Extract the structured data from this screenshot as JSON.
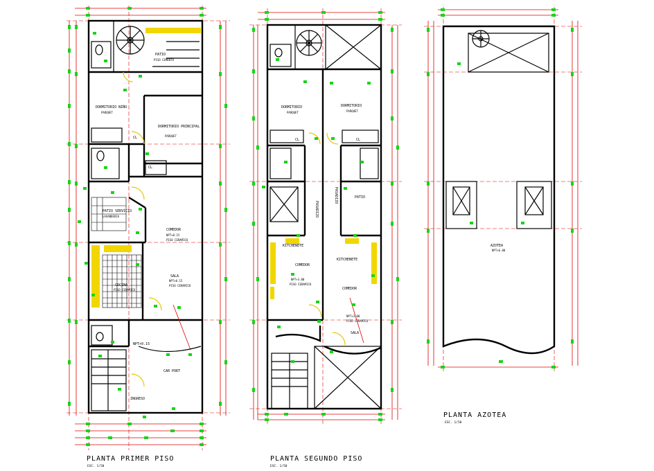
{
  "plans": [
    {
      "title": "PLANTA PRIMER PISO",
      "scale": "ESC. 1/50",
      "rooms": {
        "patio": "PATIO",
        "patio_floor": "PISO CEMENTO",
        "dorm_nino": "DORMITORIO NIÑO",
        "dorm_nino_floor": "PARQUET",
        "dorm_principal": "DORMITORIO PRINCIPAL",
        "dorm_principal_floor": "PARQUET",
        "patio_servicio": "PATIO SERVICIO",
        "lavanderia": "LAVANDERIA",
        "comedor": "COMEDOR",
        "comedor_floor": "PISO CERAMICO",
        "cocina": "COCINA",
        "cocina_floor": "PISO CERAMICO",
        "sala": "SALA",
        "sala_floor": "PISO CERAMICO",
        "car_port": "CAR PORT",
        "ingreso": "INGRESO",
        "cl": "CL",
        "level": "NPT+0.15"
      }
    },
    {
      "title": "PLANTA SEGUNDO PISO",
      "scale": "ESC. 1/50",
      "rooms": {
        "dorm_left": "DORMITORIO",
        "dorm_left_floor": "PARQUET",
        "dorm_right": "DORMITORIO",
        "dorm_right_floor": "PARQUET",
        "pasadizo_left": "PASADIZO",
        "pasadizo_right": "PASADIZO",
        "patio_right": "PATIO",
        "kitchenette_left": "KITCHENETE",
        "kitchenette_right": "KITCHENETE",
        "comedor_left": "COMEDOR",
        "comedor_right": "COMEDOR",
        "sala": "SALA",
        "level": "NPT+3.00",
        "floor": "PISO CERAMICO",
        "cl": "CL"
      }
    },
    {
      "title": "PLANTA AZOTEA",
      "scale": "ESC. 1/50",
      "rooms": {
        "azotea": "AZOTEA",
        "level": "NPT+6.00"
      }
    }
  ]
}
